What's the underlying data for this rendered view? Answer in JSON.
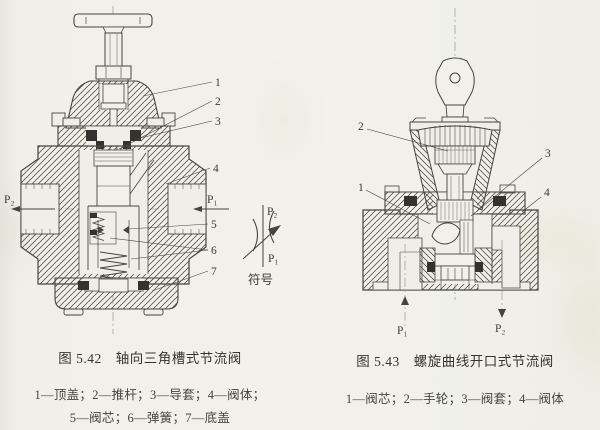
{
  "page": {
    "paper_color": "#f1efe9",
    "ink_color": "#45443f"
  },
  "fig42": {
    "caption": "图 5.42　轴向三角槽式节流阀",
    "parts_line1": "1—顶盖；2—推杆；3—导套；4—阀体；",
    "parts_line2": "5—阀芯；6—弹簧；7—底盖",
    "callouts": [
      "1",
      "2",
      "3",
      "4",
      "5",
      "6",
      "7"
    ],
    "port_left": "P₂",
    "port_right": "P₁"
  },
  "symbol": {
    "label": "符号",
    "port_top": "P₂",
    "port_bottom": "P₁"
  },
  "fig43": {
    "caption": "图 5.43　螺旋曲线开口式节流阀",
    "parts_line1": "1—阀芯；2—手轮；3—阀套；4—阀体",
    "callouts": [
      "1",
      "2",
      "3",
      "4"
    ],
    "port_left": "P₁",
    "port_right": "P₂"
  }
}
